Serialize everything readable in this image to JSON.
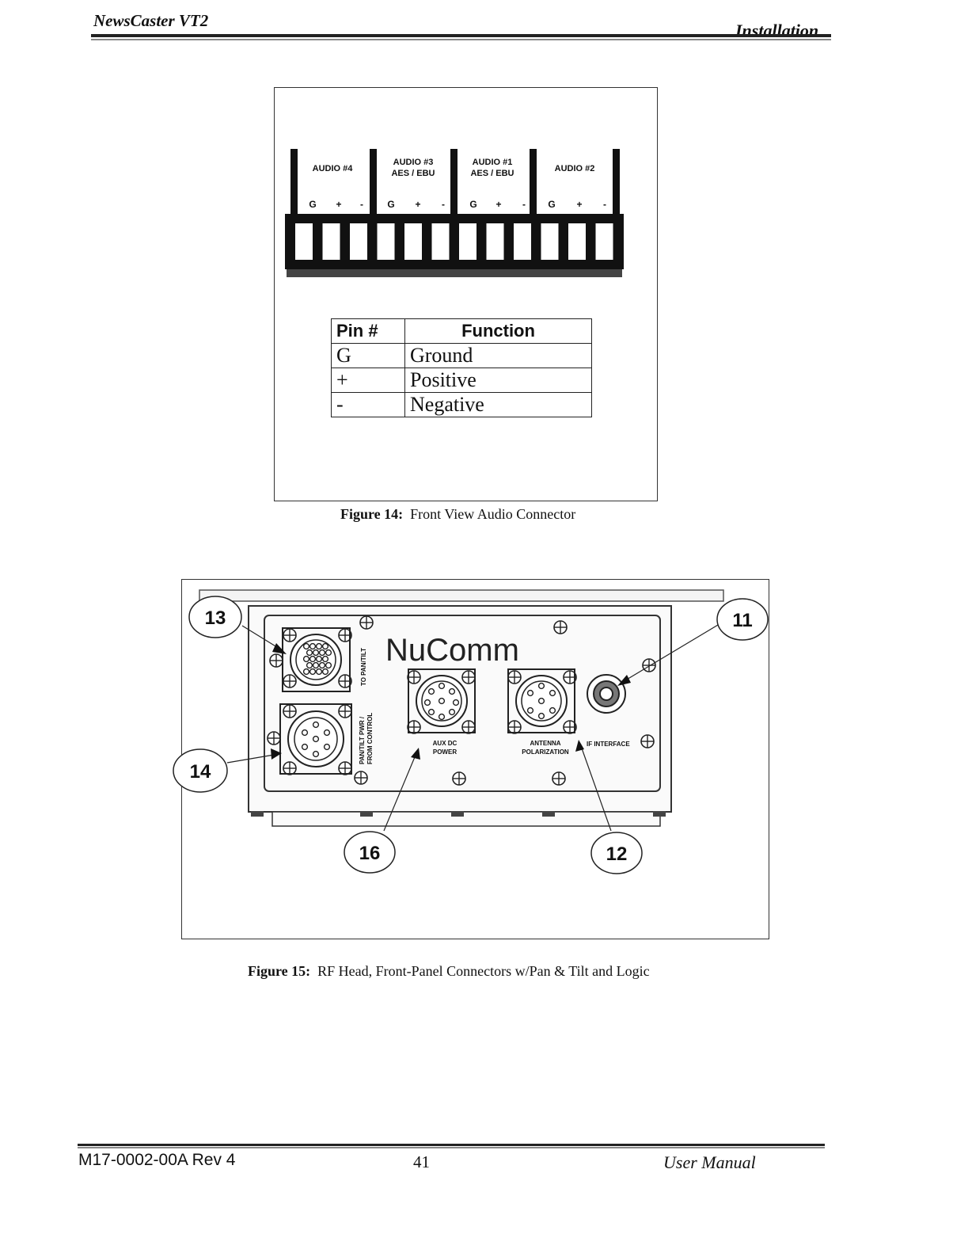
{
  "header": {
    "left": "NewsCaster VT2",
    "right": "Installation"
  },
  "figure14": {
    "audio_labels": [
      {
        "line1": "AUDIO #4",
        "line2": ""
      },
      {
        "line1": "AUDIO #3",
        "line2": "AES / EBU"
      },
      {
        "line1": "AUDIO #1",
        "line2": "AES / EBU"
      },
      {
        "line1": "AUDIO #2",
        "line2": ""
      }
    ],
    "pin_marks": [
      "G",
      "+",
      "-"
    ],
    "table": {
      "headers": [
        "Pin #",
        "Function"
      ],
      "rows": [
        {
          "pin": "G",
          "function": "Ground"
        },
        {
          "pin": "+",
          "function": "Positive"
        },
        {
          "pin": "-",
          "function": "Negative"
        }
      ]
    },
    "caption_label": "Figure 14:",
    "caption_text": "Front View Audio Connector"
  },
  "figure15": {
    "logo": "NuComm",
    "connector_labels": {
      "pan_tilt": "TO PAN/TILT",
      "pan_tilt_pwr_1": "PAN/TILT PWR /",
      "pan_tilt_pwr_2": "FROM CONTROL",
      "aux_dc_1": "AUX DC",
      "aux_dc_2": "POWER",
      "antenna_1": "ANTENNA",
      "antenna_2": "POLARIZATION",
      "if_interface": "IF INTERFACE"
    },
    "callouts": [
      "13",
      "11",
      "14",
      "16",
      "12"
    ],
    "caption_label": "Figure 15:",
    "caption_text": "RF Head, Front-Panel Connectors w/Pan & Tilt and Logic"
  },
  "footer": {
    "left": "M17-0002-00A Rev 4",
    "page": "41",
    "right": "User Manual"
  }
}
